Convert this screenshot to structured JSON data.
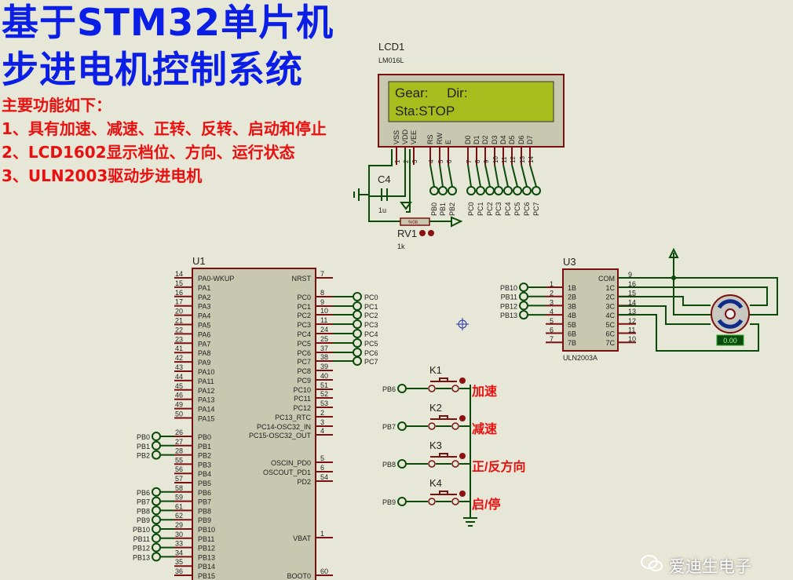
{
  "title": {
    "line1": "基于STM32单片机",
    "line2": "步进电机控制系统"
  },
  "features": {
    "heading": "主要功能如下：",
    "items": [
      "1、具有加速、减速、正转、反转、启动和停止",
      "2、LCD1602显示档位、方向、运行状态",
      "3、ULN2003驱动步进电机"
    ]
  },
  "lcd": {
    "ref": "LCD1",
    "part": "LM016L",
    "line1": "Gear:     Dir:",
    "line2": "Sta:STOP",
    "pins": [
      {
        "name": "VSS",
        "num": "1"
      },
      {
        "name": "VDD",
        "num": "2"
      },
      {
        "name": "VEE",
        "num": "3"
      },
      {
        "name": "RS",
        "num": "4"
      },
      {
        "name": "RW",
        "num": "5"
      },
      {
        "name": "E",
        "num": "6"
      },
      {
        "name": "D0",
        "num": "7"
      },
      {
        "name": "D1",
        "num": "8"
      },
      {
        "name": "D2",
        "num": "9"
      },
      {
        "name": "D3",
        "num": "10"
      },
      {
        "name": "D4",
        "num": "11"
      },
      {
        "name": "D5",
        "num": "12"
      },
      {
        "name": "D6",
        "num": "13"
      },
      {
        "name": "D7",
        "num": "14"
      }
    ],
    "terminals": [
      "PB0",
      "PB1",
      "PB2",
      "PC0",
      "PC1",
      "PC2",
      "PC3",
      "PC4",
      "PC5",
      "PC6",
      "PC7"
    ]
  },
  "cap": {
    "ref": "C4",
    "value": "1u"
  },
  "pot": {
    "ref": "RV1",
    "value": "1k",
    "setting": "%08"
  },
  "u1": {
    "ref": "U1",
    "left": [
      {
        "num": "14",
        "name": "PA0-WKUP"
      },
      {
        "num": "15",
        "name": "PA1"
      },
      {
        "num": "16",
        "name": "PA2"
      },
      {
        "num": "17",
        "name": "PA3"
      },
      {
        "num": "20",
        "name": "PA4"
      },
      {
        "num": "21",
        "name": "PA5"
      },
      {
        "num": "22",
        "name": "PA6"
      },
      {
        "num": "23",
        "name": "PA7"
      },
      {
        "num": "41",
        "name": "PA8"
      },
      {
        "num": "42",
        "name": "PA9"
      },
      {
        "num": "43",
        "name": "PA10"
      },
      {
        "num": "44",
        "name": "PA11"
      },
      {
        "num": "45",
        "name": "PA12"
      },
      {
        "num": "46",
        "name": "PA13"
      },
      {
        "num": "49",
        "name": "PA14"
      },
      {
        "num": "50",
        "name": "PA15"
      },
      {
        "num": "26",
        "name": "PB0",
        "term": "PB0"
      },
      {
        "num": "27",
        "name": "PB1",
        "term": "PB1"
      },
      {
        "num": "28",
        "name": "PB2",
        "term": "PB2"
      },
      {
        "num": "55",
        "name": "PB3"
      },
      {
        "num": "56",
        "name": "PB4"
      },
      {
        "num": "57",
        "name": "PB5"
      },
      {
        "num": "58",
        "name": "PB6",
        "term": "PB6"
      },
      {
        "num": "59",
        "name": "PB7",
        "term": "PB7"
      },
      {
        "num": "61",
        "name": "PB8",
        "term": "PB8"
      },
      {
        "num": "62",
        "name": "PB9",
        "term": "PB9"
      },
      {
        "num": "29",
        "name": "PB10",
        "term": "PB10"
      },
      {
        "num": "30",
        "name": "PB11",
        "term": "PB11"
      },
      {
        "num": "33",
        "name": "PB12",
        "term": "PB12"
      },
      {
        "num": "34",
        "name": "PB13",
        "term": "PB13"
      },
      {
        "num": "35",
        "name": "PB14"
      },
      {
        "num": "36",
        "name": "PB15"
      }
    ],
    "right": [
      {
        "num": "7",
        "name": "NRST"
      },
      {
        "num": "8",
        "name": "PC0",
        "term": "PC0"
      },
      {
        "num": "9",
        "name": "PC1",
        "term": "PC1"
      },
      {
        "num": "10",
        "name": "PC2",
        "term": "PC2"
      },
      {
        "num": "11",
        "name": "PC3",
        "term": "PC3"
      },
      {
        "num": "24",
        "name": "PC4",
        "term": "PC4"
      },
      {
        "num": "25",
        "name": "PC5",
        "term": "PC5"
      },
      {
        "num": "37",
        "name": "PC6",
        "term": "PC6"
      },
      {
        "num": "38",
        "name": "PC7",
        "term": "PC7"
      },
      {
        "num": "39",
        "name": "PC8"
      },
      {
        "num": "40",
        "name": "PC9"
      },
      {
        "num": "51",
        "name": "PC10"
      },
      {
        "num": "52",
        "name": "PC11"
      },
      {
        "num": "53",
        "name": "PC12"
      },
      {
        "num": "2",
        "name": "PC13_RTC"
      },
      {
        "num": "3",
        "name": "PC14-OSC32_IN"
      },
      {
        "num": "4",
        "name": "PC15-OSC32_OUT"
      },
      {
        "num": "5",
        "name": "OSCIN_PD0"
      },
      {
        "num": "6",
        "name": "OSCOUT_PD1"
      },
      {
        "num": "54",
        "name": "PD2"
      },
      {
        "num": "1",
        "name": "VBAT"
      },
      {
        "num": "60",
        "name": "BOOT0"
      }
    ]
  },
  "u3": {
    "ref": "U3",
    "part": "ULN2003A",
    "left": [
      {
        "num": "1",
        "name": "1B",
        "term": "PB10"
      },
      {
        "num": "2",
        "name": "2B",
        "term": "PB11"
      },
      {
        "num": "3",
        "name": "3B",
        "term": "PB12"
      },
      {
        "num": "4",
        "name": "4B",
        "term": "PB13"
      },
      {
        "num": "5",
        "name": "5B"
      },
      {
        "num": "6",
        "name": "6B"
      },
      {
        "num": "7",
        "name": "7B"
      }
    ],
    "right": [
      {
        "num": "9",
        "name": "COM"
      },
      {
        "num": "16",
        "name": "1C"
      },
      {
        "num": "15",
        "name": "2C"
      },
      {
        "num": "14",
        "name": "3C"
      },
      {
        "num": "13",
        "name": "4C"
      },
      {
        "num": "12",
        "name": "5C"
      },
      {
        "num": "11",
        "name": "6C"
      },
      {
        "num": "10",
        "name": "7C"
      }
    ]
  },
  "motor": {
    "readout": "0.00"
  },
  "keys": [
    {
      "ref": "K1",
      "term": "PB6",
      "label": "加速"
    },
    {
      "ref": "K2",
      "term": "PB7",
      "label": "减速"
    },
    {
      "ref": "K3",
      "term": "PB8",
      "label": "正/反方向"
    },
    {
      "ref": "K4",
      "term": "PB9",
      "label": "启/停"
    }
  ],
  "watermark": "爱迪生电子",
  "colors": {
    "wire": "#0b4a0b",
    "body": "#c8c8b0",
    "outline": "#7a1010",
    "title": "#0a1ee6",
    "note": "#e81010",
    "lcd_screen": "#a7bd1d"
  }
}
